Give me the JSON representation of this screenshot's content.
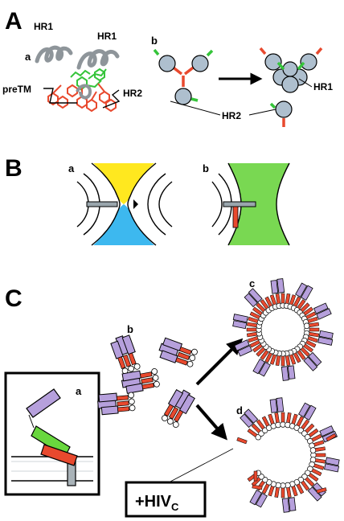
{
  "panels": {
    "A": {
      "letter": "A",
      "a": {
        "tag": "a",
        "hr1_left": "HR1",
        "hr1_right": "HR1",
        "pretm": "preTM",
        "hr2": "HR2"
      },
      "b": {
        "tag": "b",
        "hr1": "HR1",
        "hr2": "HR2"
      }
    },
    "B": {
      "letter": "B",
      "a_tag": "a",
      "b_tag": "b"
    },
    "C": {
      "letter": "C",
      "a_tag": "a",
      "b_tag": "b",
      "c_tag": "c",
      "d_tag": "d",
      "box_label": "+HIV",
      "box_subscript": "C"
    }
  },
  "colors": {
    "helix": "#9aa0a6",
    "residue_red": "#e8492e",
    "residue_green": "#35c43a",
    "bulb": "#aebfce",
    "yellow": "#ffe81f",
    "cyan": "#3db8ef",
    "green_fill": "#79d852",
    "purple": "#b6a0dc",
    "peptide_red": "#e8492e",
    "gray_rod": "#a9b3b8",
    "green_rod": "#69d73e"
  }
}
